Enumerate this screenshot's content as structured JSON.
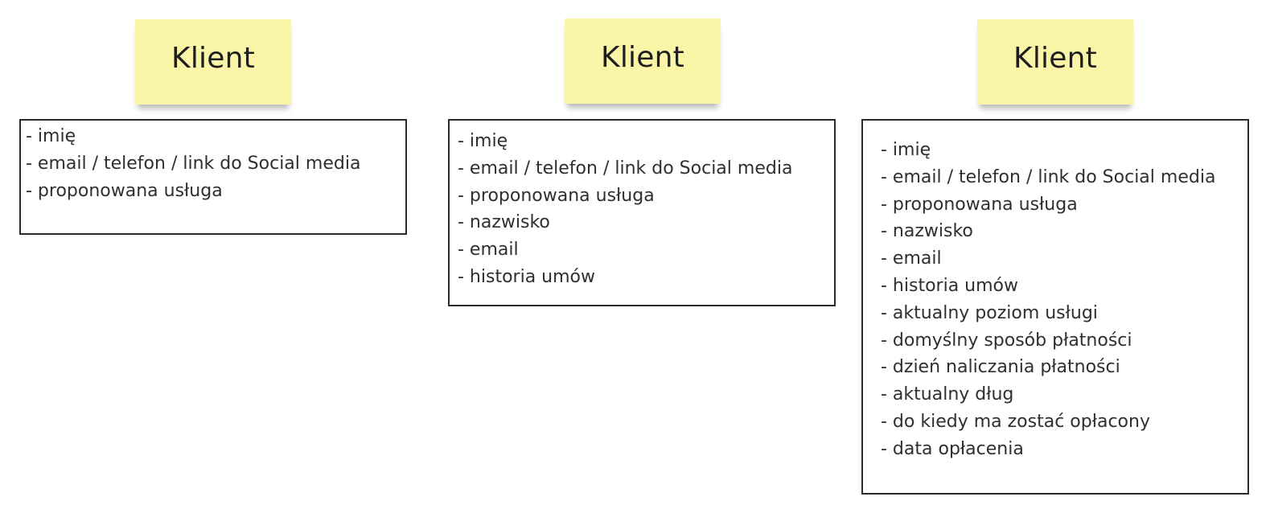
{
  "entities": [
    {
      "title": "Klient",
      "attributes": [
        "- imię",
        "- email / telefon / link do Social media",
        "- proponowana usługa"
      ]
    },
    {
      "title": "Klient",
      "attributes": [
        "- imię",
        "- email / telefon / link do Social media",
        "- proponowana usługa",
        "- nazwisko",
        "- email",
        "- historia umów"
      ]
    },
    {
      "title": "Klient",
      "attributes": [
        "- imię",
        "- email / telefon / link do Social media",
        "- proponowana usługa",
        "- nazwisko",
        "- email",
        "- historia umów",
        "- aktualny poziom usługi",
        "- domyślny sposób płatności",
        "- dzień naliczania płatności",
        "- aktualny dług",
        "- do kiedy ma zostać opłacony",
        "- data opłacenia"
      ]
    }
  ],
  "colors": {
    "sticky_note": "#fbf5a8",
    "card_border": "#2a2a2a",
    "text": "#2f2f2f"
  }
}
